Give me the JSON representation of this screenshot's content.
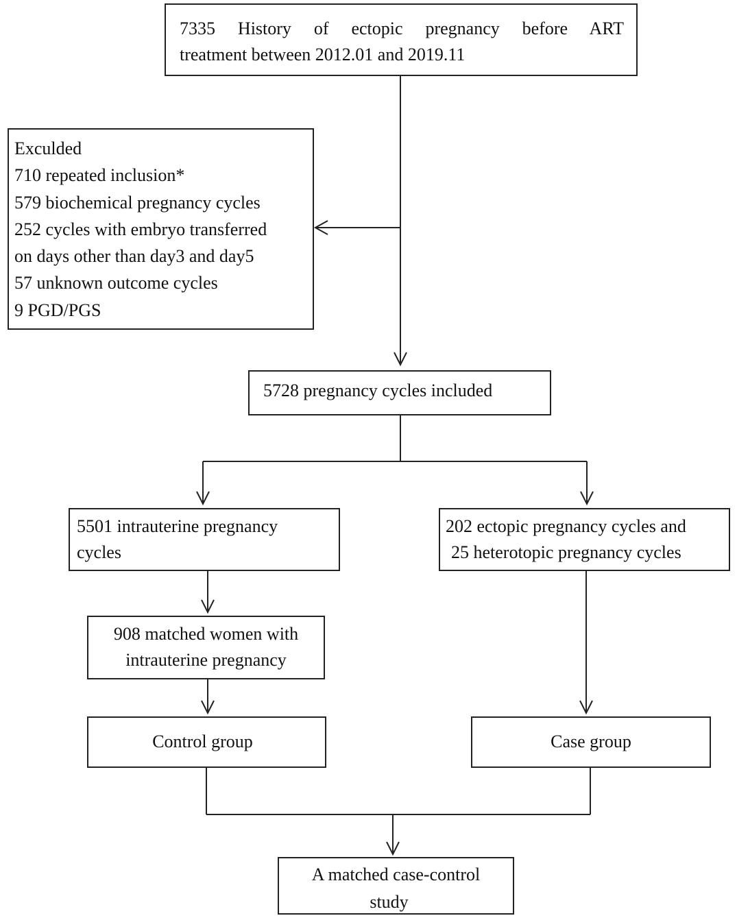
{
  "flowchart": {
    "top_box": {
      "lines": [
        "7335 History of ectopic pregnancy before ART",
        "treatment between 2012.01 and 2019.11"
      ]
    },
    "excluded_box": {
      "lines": [
        "Exculded",
        "710 repeated inclusion*",
        "579 biochemical pregnancy cycles",
        "252 cycles with embryo transferred",
        "on days other than day3 and day5",
        "57 unknown outcome cycles",
        "9 PGD/PGS"
      ]
    },
    "included_box": {
      "text": "5728 pregnancy cycles included"
    },
    "intrauterine_box": {
      "lines": [
        "5501 intrauterine pregnancy",
        "cycles"
      ]
    },
    "ectopic_box": {
      "lines": [
        "202 ectopic pregnancy cycles and",
        "25 heterotopic pregnancy cycles"
      ]
    },
    "matched_box": {
      "lines": [
        "908 matched women with",
        "intrauterine pregnancy"
      ]
    },
    "control_box": {
      "text": "Control group"
    },
    "case_box": {
      "text": "Case group"
    },
    "study_box": {
      "lines": [
        "A matched case-control",
        "study"
      ]
    }
  },
  "colors": {
    "line": "#222222",
    "background": "#ffffff",
    "text": "#111111"
  }
}
